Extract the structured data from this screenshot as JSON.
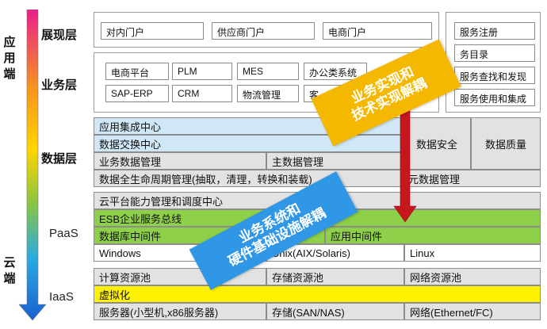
{
  "side": {
    "top_label": "应用端",
    "bottom_label": "云端",
    "colors": {
      "top": "#e91e8c",
      "mid": "#ffd400",
      "bottom": "#1a6fd6"
    }
  },
  "layers": {
    "presentation": "展现层",
    "business": "业务层",
    "data": "数据层",
    "paas": "PaaS",
    "iaas": "IaaS"
  },
  "presentation": {
    "portals": [
      "对内门户",
      "供应商门户",
      "电商门户"
    ]
  },
  "business": {
    "row1": [
      "电商平台",
      "PLM",
      "MES",
      "办公类系统"
    ],
    "row2": [
      "SAP-ERP",
      "CRM",
      "物流管理",
      "客"
    ]
  },
  "services": [
    "服务注册",
    "务目录",
    "服务查找和发现",
    "服务使用和集成"
  ],
  "data_layer": {
    "integration": "应用集成中心",
    "exchange": "数据交换中心",
    "biz_data": "业务数据管理",
    "master_data": "主数据管理",
    "lifecycle": "数据全生命周期管理(抽取，清理，转换和装载)",
    "meta_data": "元数据管理",
    "security": "数据安全",
    "quality": "数据质量"
  },
  "paas": {
    "cloud_mgmt": "云平台能力管理和调度中心",
    "esb": "ESB企业服务总线",
    "db_mw": "数据库中间件",
    "app_mw": "应用中间件",
    "os": [
      "Windows",
      "Unix(AIX/Solaris)",
      "Linux"
    ]
  },
  "iaas": {
    "pools": [
      "计算资源池",
      "存储资源池",
      "网络资源池"
    ],
    "virtualization": "虚拟化",
    "hardware": [
      "服务器(小型机,x86服务器)",
      "存储(SAN/NAS)",
      "网络(Ethernet/FC)"
    ]
  },
  "banners": {
    "upper": [
      "业务实现和",
      "技术实现解耦"
    ],
    "lower": [
      "业务系统和",
      "硬件基础设施解耦"
    ],
    "upper_color": "#f5b800",
    "lower_color": "#2f97e6",
    "arrow_color": "#c8161d"
  }
}
